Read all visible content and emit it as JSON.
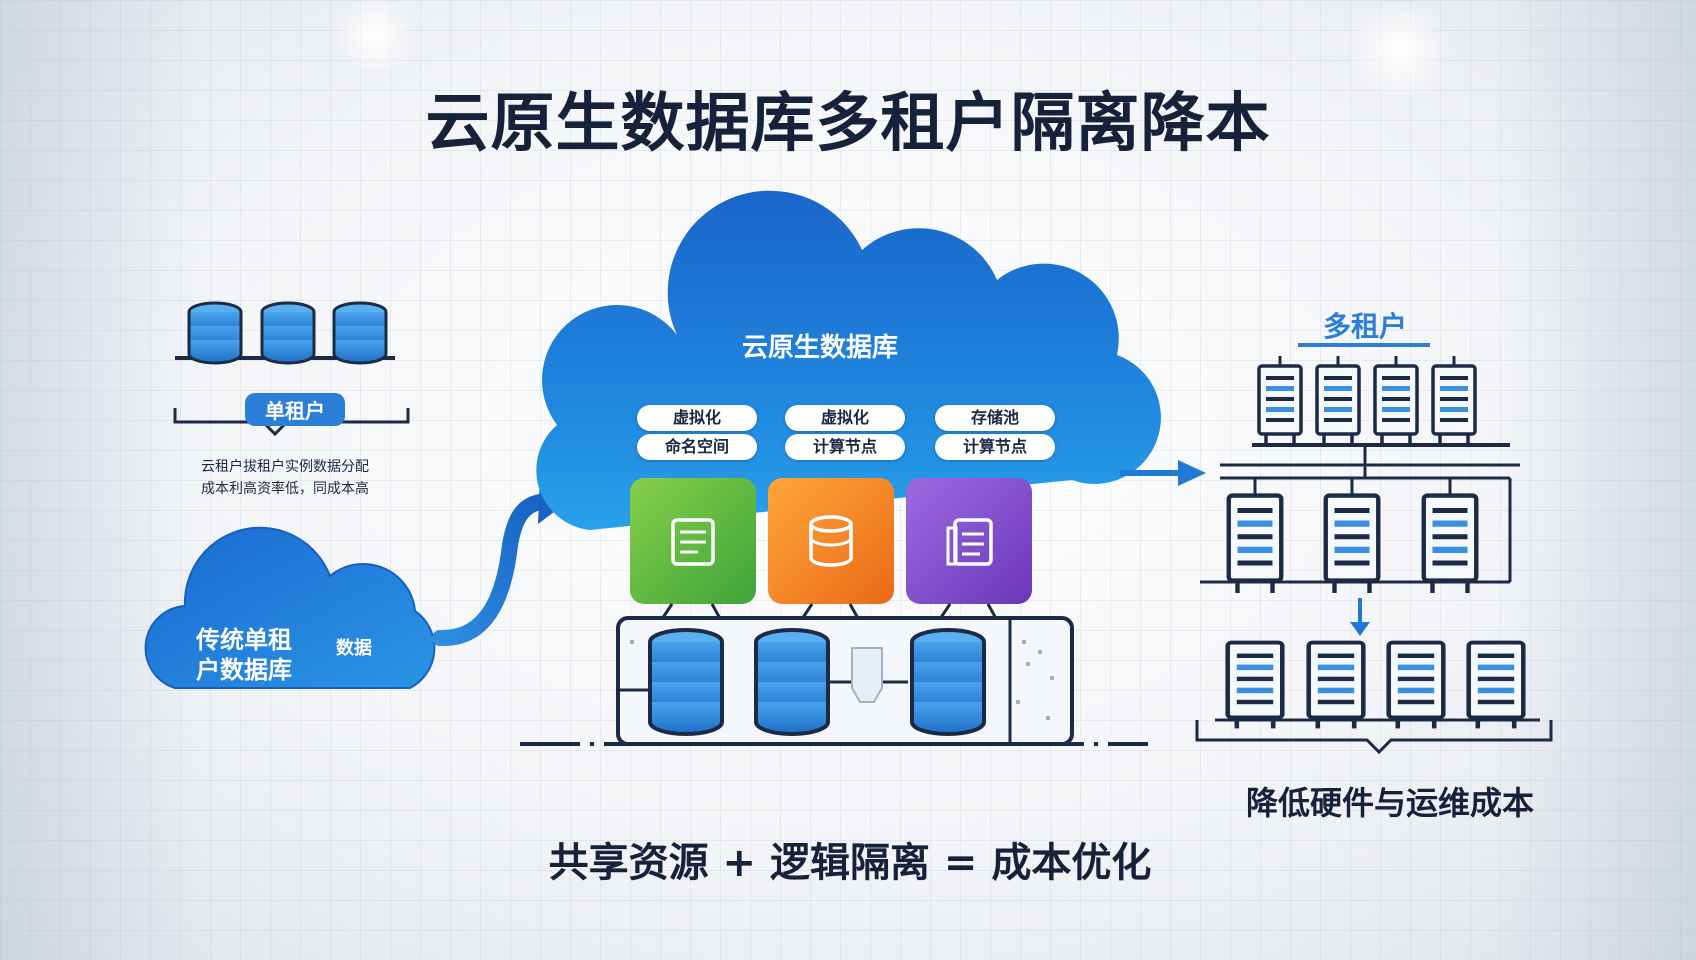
{
  "title": "云原生数据库多租户隔离降本",
  "left": {
    "tag": "单租户",
    "desc_line1": "云租户拔租户实例数据分配",
    "desc_line2": "成本利高资率低，同成本高",
    "cloud_line1": "传统单租",
    "cloud_line2": "户数据库",
    "cloud_side": "数据"
  },
  "center": {
    "cloud_title": "云原生数据库",
    "pills": [
      "虚拟化",
      "虚拟化",
      "存储池",
      "命名空间",
      "计算节点",
      "计算节点"
    ]
  },
  "right": {
    "label": "多租户",
    "footer": "降低硬件与运维成本"
  },
  "formula": "共享资源 + 逻辑隔离 = 成本优化",
  "colors": {
    "primary_blue": "#1f7ad6",
    "deep_blue": "#0f4fa8",
    "navy": "#16213a",
    "green_tile": "#5cb83c",
    "orange_tile": "#f07c1e",
    "purple_tile": "#7e48c8"
  }
}
